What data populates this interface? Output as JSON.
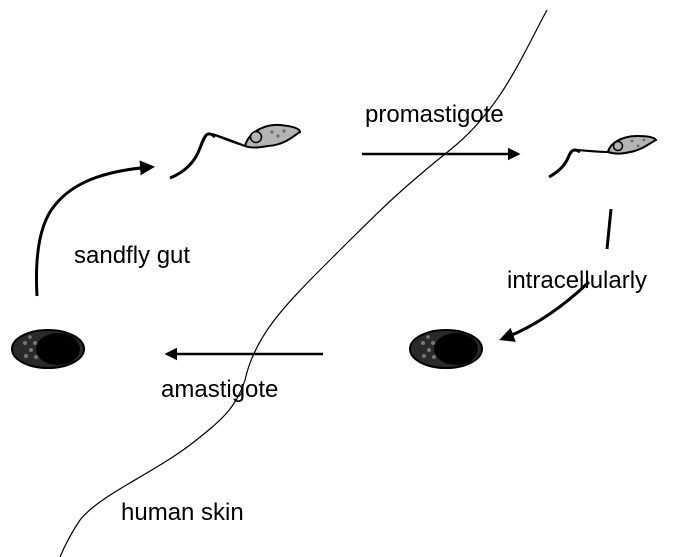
{
  "labels": {
    "promastigote": "promastigote",
    "sandfly_gut": "sandfly gut",
    "intracellularly": "intracellularly",
    "amastigote": "amastigote",
    "human_skin": "human skin"
  },
  "colors": {
    "stroke": "#000000",
    "cell_body": "#b4b4b4",
    "amastigote_body": "#2a2a2a",
    "amastigote_nucleus": "#000000",
    "granule": "#777777",
    "background": "#ffffff"
  },
  "icons": {
    "promastigote": "flagellated-cell-icon",
    "amastigote": "oval-cell-icon"
  }
}
